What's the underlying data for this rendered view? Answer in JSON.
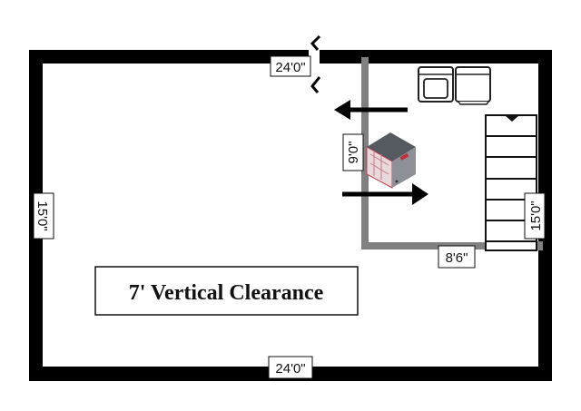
{
  "floorplan": {
    "title": "7' Vertical Clearance",
    "dimensions": {
      "top_wall": "24'0\"",
      "bottom_wall": "24'0\"",
      "left_wall": "15'0\"",
      "right_wall": "15'0\"",
      "partition_vertical": "9'0\"",
      "partition_horizontal": "8'6\""
    },
    "fixtures": [
      "washer",
      "dryer",
      "staircase",
      "furnace-unit"
    ],
    "arrows": [
      "airflow-left",
      "airflow-right"
    ],
    "colors": {
      "wall": "#000000",
      "partition": "#808080",
      "furnace_top": "#555a60",
      "furnace_accent": "#c0303a"
    }
  }
}
